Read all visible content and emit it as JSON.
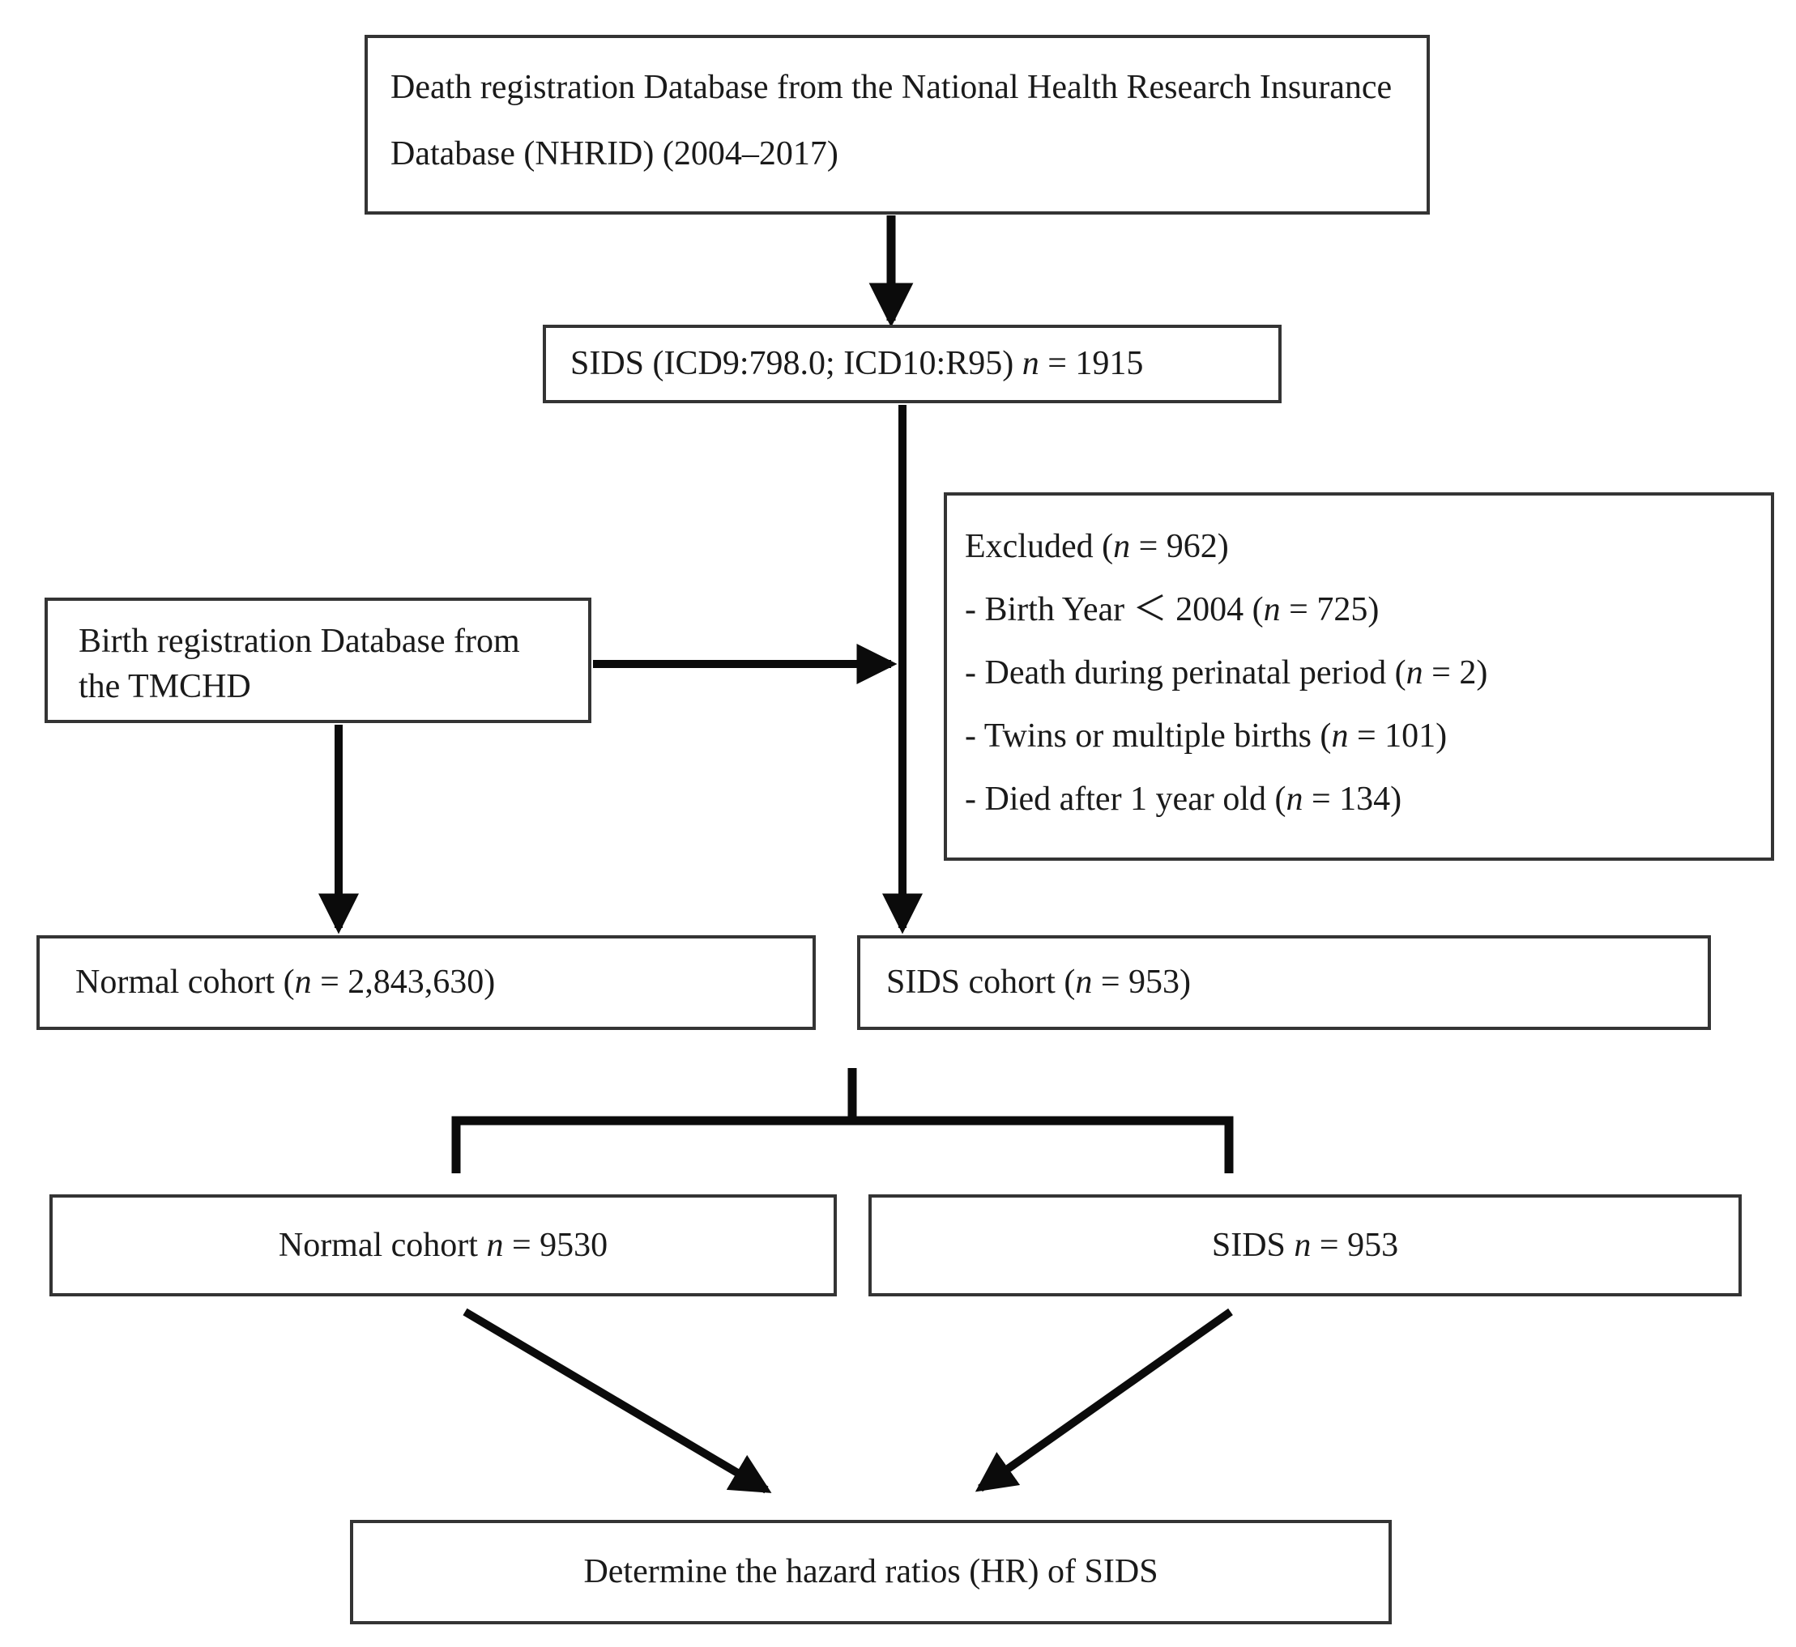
{
  "diagram": {
    "description": "Flowchart of SIDS study cohort selection",
    "boxes": {
      "death_registration": {
        "label": "Death registration Database from the National Health Research Insurance Database (NHRID) (2004–2017)"
      },
      "sids_identified": {
        "label": "SIDS (ICD9:798.0; ICD10:R95) n = 1915"
      },
      "excluded": {
        "title": "Excluded (n = 962)",
        "items": [
          "- Birth Year ＜ 2004 (n = 725)",
          "- Death during perinatal period (n = 2)",
          "- Twins or multiple births (n = 101)",
          "- Died after 1 year old (n = 134)"
        ]
      },
      "birth_registration": {
        "label": "Birth registration Database from the TMCHD"
      },
      "normal_cohort": {
        "label": "Normal cohort (n = 2,843,630)"
      },
      "sids_cohort": {
        "label": "SIDS cohort (n = 953)"
      },
      "normal_matched": {
        "label": "Normal cohort n = 9530"
      },
      "sids_matched": {
        "label": "SIDS n = 953"
      },
      "outcome": {
        "label": "Determine the hazard ratios (HR) of SIDS"
      }
    },
    "colors": {
      "background": "#ffffff",
      "border": "#343434",
      "arrow": "#0b0b0b",
      "text": "#1a1a1a"
    }
  }
}
